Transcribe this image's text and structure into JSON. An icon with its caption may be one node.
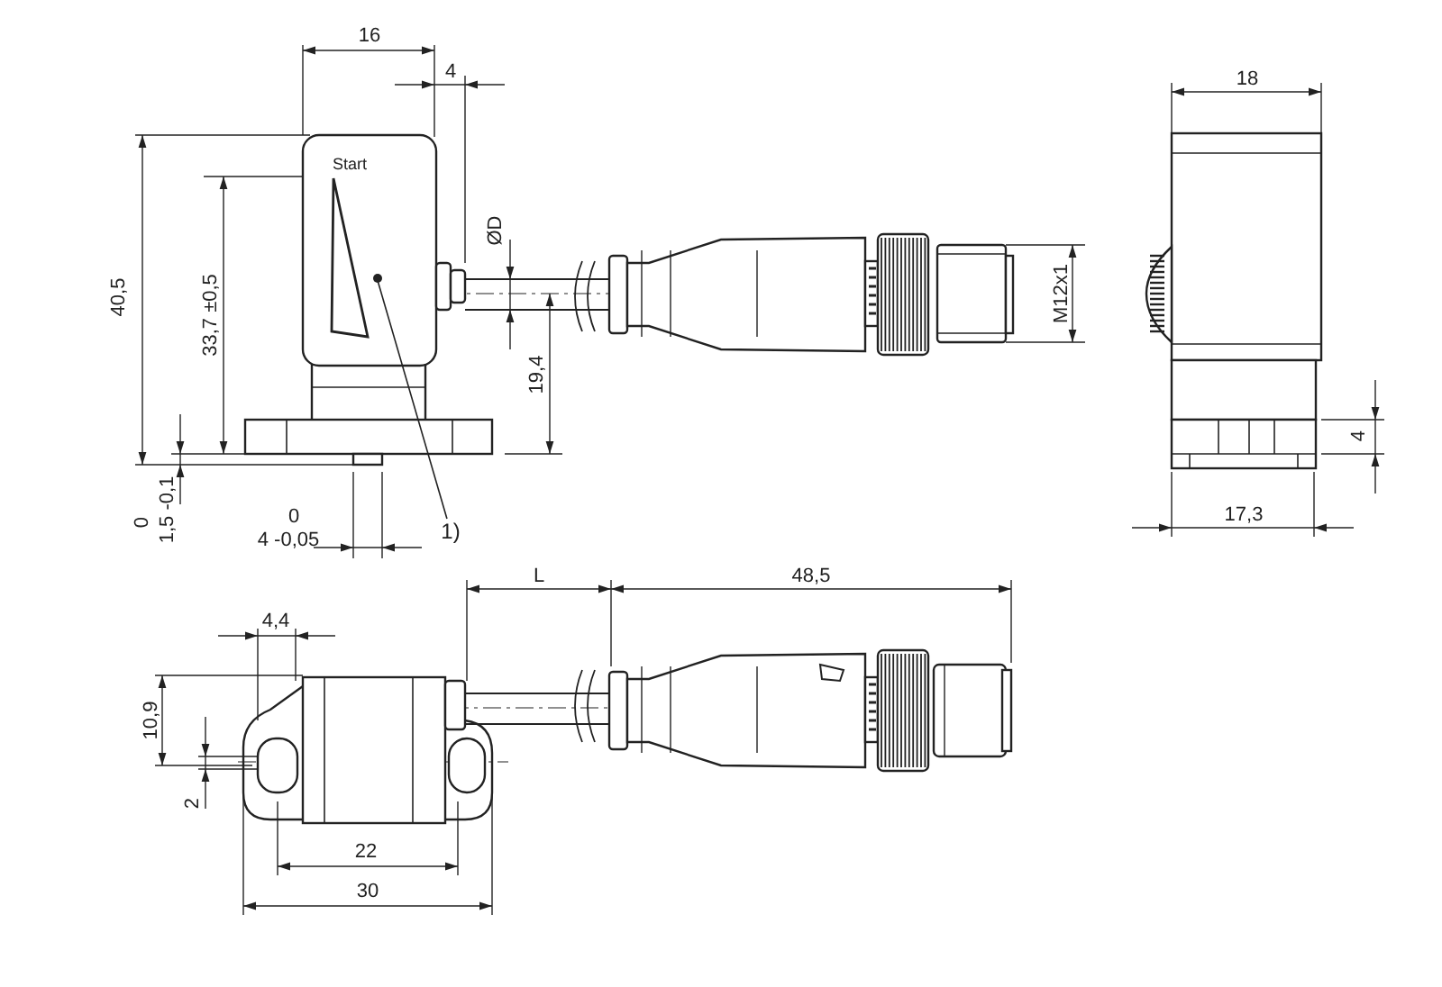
{
  "diagram": {
    "nodes": [
      {
        "text": [
          "1)"
        ]
      },
      {
        "text": [],
        "shape": "circle"
      }
    ],
    "edges": [
      {
        "from": 0,
        "to": 1,
        "arrow": "none"
      }
    ],
    "labels": [
      "16",
      "4",
      "18",
      "Start",
      "40,5",
      "33,7 ±0,5",
      "ØD",
      "M12x1",
      "19,4",
      "4",
      "0",
      "1,5 -0,1",
      "0",
      "4 -0,05",
      "17,3",
      "L",
      "48,5",
      "4,4",
      "10,9",
      "2",
      "22",
      "30"
    ]
  }
}
